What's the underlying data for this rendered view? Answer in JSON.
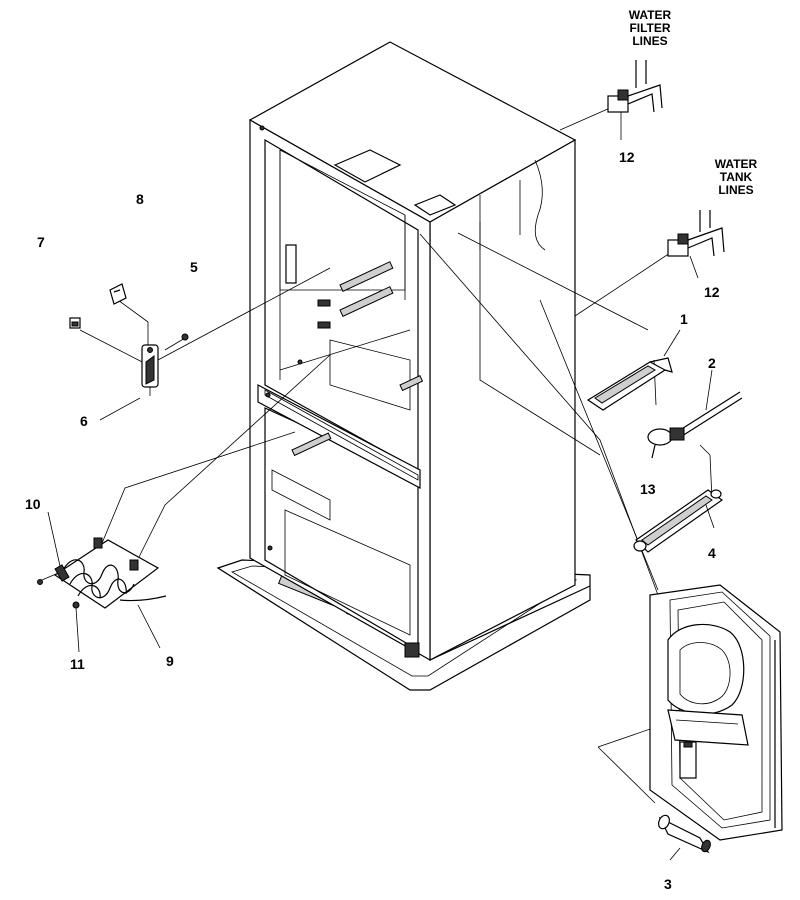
{
  "callouts": {
    "n1": "1",
    "n2": "2",
    "n3": "3",
    "n4": "4",
    "n5": "5",
    "n6": "6",
    "n7": "7",
    "n8": "8",
    "n9": "9",
    "n10": "10",
    "n11": "11",
    "n12a": "12",
    "n12b": "12",
    "n13": "13"
  },
  "captions": {
    "water_filter": [
      "WATER",
      "FILTER",
      "LINES"
    ],
    "water_tank": [
      "WATER",
      "TANK",
      "LINES"
    ]
  }
}
